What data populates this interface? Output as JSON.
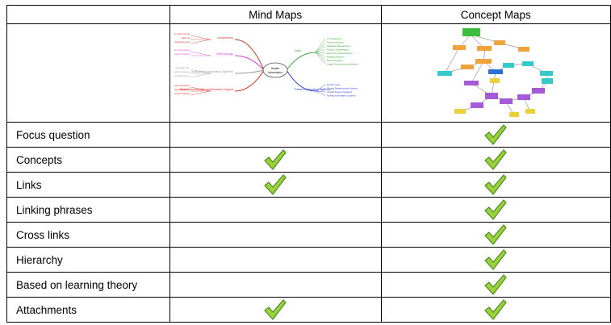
{
  "columns": [
    "",
    "Mind Maps",
    "Concept Maps"
  ],
  "rows": [
    {
      "label": "Focus question",
      "mind": false,
      "concept": true
    },
    {
      "label": "Concepts",
      "mind": true,
      "concept": true
    },
    {
      "label": "Links",
      "mind": true,
      "concept": true
    },
    {
      "label": "Linking phrases",
      "mind": false,
      "concept": true
    },
    {
      "label": "Cross links",
      "mind": false,
      "concept": true
    },
    {
      "label": "Hierarchy",
      "mind": false,
      "concept": true
    },
    {
      "label": "Based on learning theory",
      "mind": false,
      "concept": true
    },
    {
      "label": "Attachments",
      "mind": true,
      "concept": true
    }
  ],
  "mind_map": {
    "center": "Health Informatics",
    "left_branches": [
      {
        "label": "Competency",
        "color": "#c0392b",
        "leaves": [
          "Education and Training",
          "National",
          "International Developments"
        ]
      },
      {
        "label": "Methodology",
        "color": "#d63fd6",
        "leaves": [
          "Information Processing",
          "Information Systems"
        ]
      },
      {
        "label": "Institutional Information Systems",
        "color": "#9a9a9a",
        "leaves": [
          "Modelling of Health Care",
          "Hospital Information Systems",
          "Health Information Resources"
        ]
      },
      {
        "label": "Medical Knowledge and Decision Support",
        "color": "#e0261f",
        "leaves": [
          "Clinical Support Systems",
          "Medical Knowledge Acquisition",
          "Prediction Tools for Decision Support"
        ]
      }
    ],
    "right_branches": [
      {
        "label": "Data",
        "color": "#3aa33a",
        "leaves": [
          "IT Competency",
          "Data Processing",
          "Database Management",
          "Coding / Classification",
          "Electronic Patient Record",
          "Hospital Systems",
          "Patient Registry",
          "Image Processing and Analysis"
        ]
      },
      {
        "label": "Patient Information Systems",
        "color": "#2b3dd6",
        "leaves": [
          "Primary Care",
          "Clinical Departmental Systems",
          "Clinical Support Systems",
          "Nursing Information Systems"
        ]
      }
    ]
  },
  "colors": {
    "check_dark": "#4e8a1e",
    "check_light": "#9ad23c",
    "border": "#000000"
  }
}
